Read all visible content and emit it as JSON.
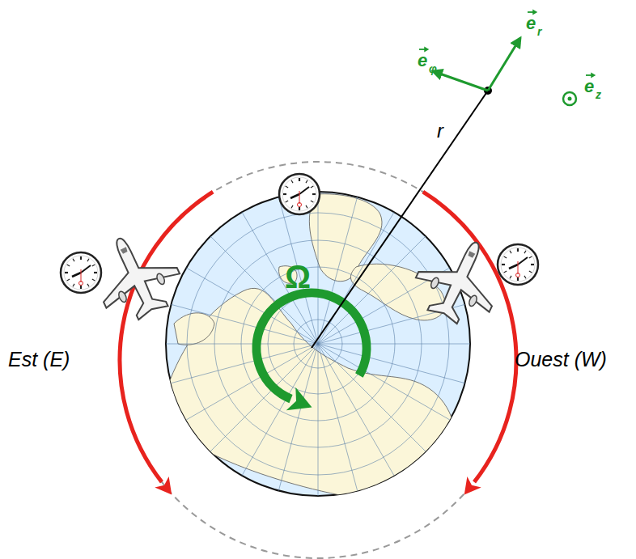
{
  "diagram": {
    "labels": [
      "e",
      "φ",
      "e",
      "r",
      "e",
      "z",
      "r",
      "Ω",
      "Est (E)",
      "Ouest (W)"
    ]
  }
}
